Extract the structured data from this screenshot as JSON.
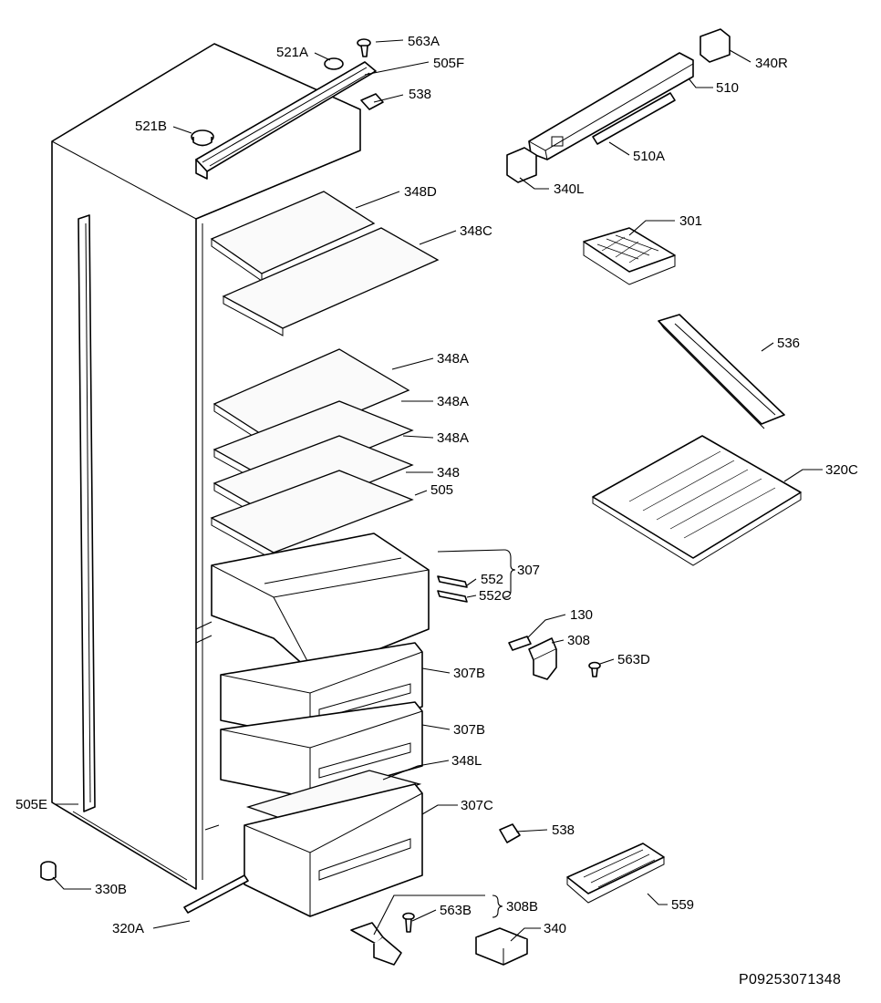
{
  "document_id": "P09253071348",
  "labels": {
    "l563A": "563A",
    "l521A": "521A",
    "l505F": "505F",
    "l538t": "538",
    "l521B": "521B",
    "l340R": "340R",
    "l510": "510",
    "l510A": "510A",
    "l340L": "340L",
    "l348D": "348D",
    "l348C": "348C",
    "l301": "301",
    "l536": "536",
    "l348A1": "348A",
    "l348A2": "348A",
    "l348A3": "348A",
    "l348": "348",
    "l505": "505",
    "l320C": "320C",
    "l307": "307",
    "l552": "552",
    "l552C": "552C",
    "l130": "130",
    "l308": "308",
    "l563D": "563D",
    "l307B1": "307B",
    "l307B2": "307B",
    "l348L": "348L",
    "l307C": "307C",
    "l505E": "505E",
    "l538b": "538",
    "l330B": "330B",
    "l559": "559",
    "l308B": "308B",
    "l563B": "563B",
    "l320A": "320A",
    "l340": "340"
  }
}
